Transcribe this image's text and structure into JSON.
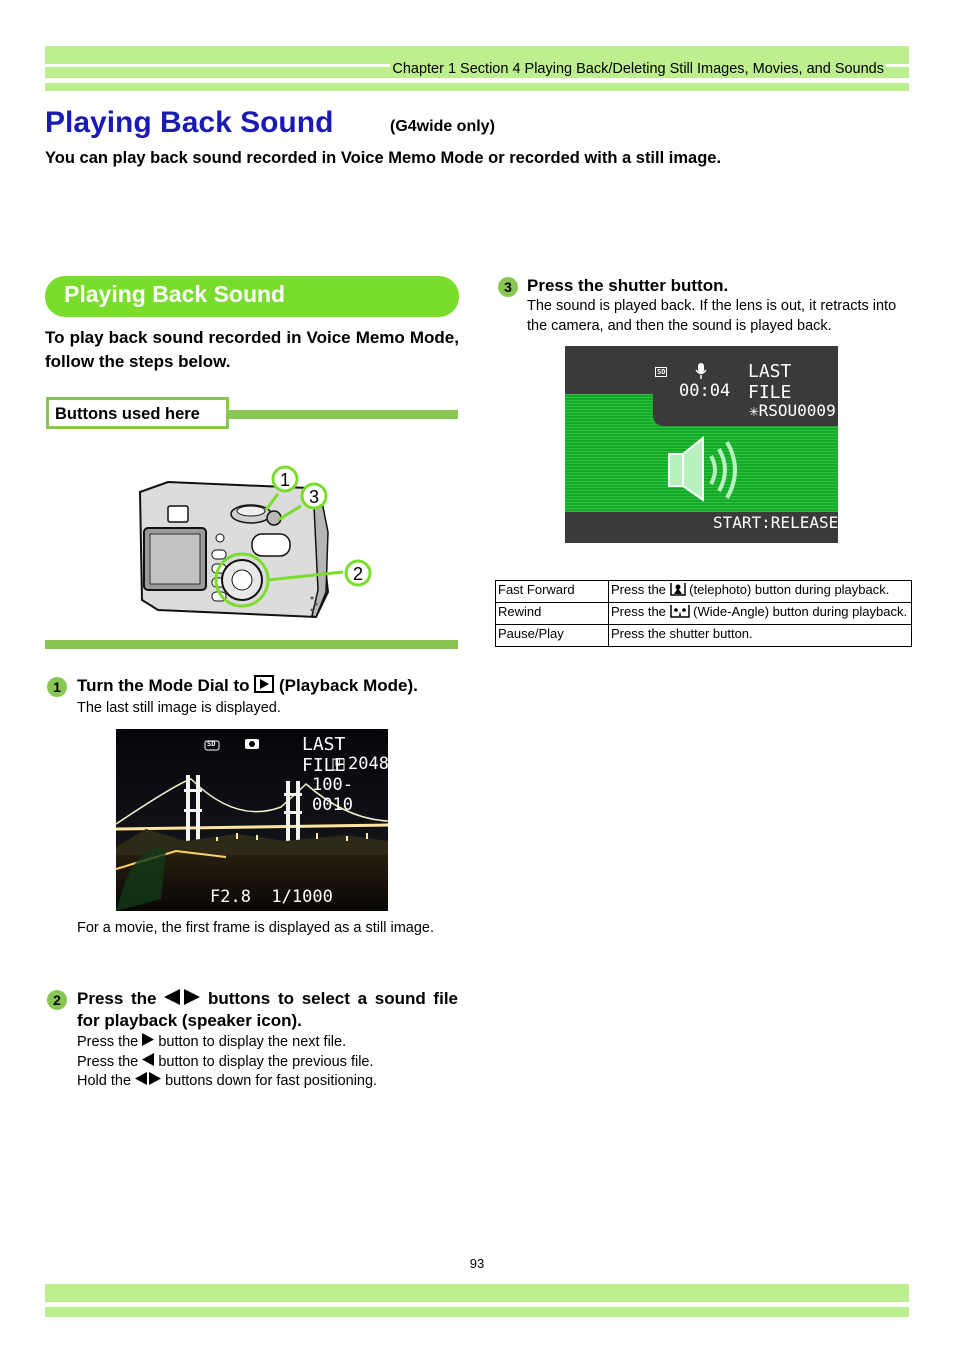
{
  "header": {
    "chapter_text": "Chapter 1 Section 4 Playing Back/Deleting Still Images, Movies, and Sounds"
  },
  "page": {
    "title": "Playing Back Sound",
    "subtitle": "(G4wide only)",
    "lead": "You can play back sound recorded in Voice Memo Mode or recorded with a still image.",
    "page_number": "93"
  },
  "section": {
    "heading": "Playing Back Sound",
    "intro": "To play back sound recorded in Voice Memo Mode, follow the steps below.",
    "buttons_label": "Buttons used here",
    "callouts": [
      "1",
      "3",
      "2"
    ]
  },
  "steps": {
    "s1": {
      "num": "1",
      "head_a": "Turn the Mode Dial to",
      "head_b": "(Playback Mode).",
      "body": "The last still image is displayed.",
      "note": "For a movie, the first frame is displayed as a still image.",
      "screen": {
        "last_file": "LAST FILE",
        "size": "2048",
        "file_no": "100-0010",
        "exposure": "F2.8  1/1000",
        "card": "SD",
        "quality": "N"
      }
    },
    "s2": {
      "num": "2",
      "head_a": "Press the",
      "head_b": "buttons to select a sound file for playback (speaker icon).",
      "l1a": "Press the",
      "l1b": "button to display the next file.",
      "l2a": "Press the",
      "l2b": "button to display the previous file.",
      "l3a": "Hold the",
      "l3b": "buttons down for fast positioning."
    },
    "s3": {
      "num": "3",
      "head": "Press the shutter button.",
      "body": "The sound is played back. If the lens is out, it retracts into the camera, and then the sound is played back.",
      "screen": {
        "card": "SD",
        "time": "00:04",
        "last_file": "LAST FILE",
        "file": "✳RSOU0009",
        "footer": "START:RELEASE"
      }
    }
  },
  "table": {
    "rows": [
      {
        "label": "Fast Forward",
        "desc_a": "Press the",
        "desc_b": "(telephoto) button during playback."
      },
      {
        "label": "Rewind",
        "desc_a": "Press the",
        "desc_b": "(Wide-Angle) button during playback."
      },
      {
        "label": "Pause/Play",
        "desc_a": "Press the shutter button.",
        "desc_b": ""
      }
    ]
  },
  "colors": {
    "title_blue": "#1a1ab4",
    "band_green": "#bdef8e",
    "pill_green": "#7add2c",
    "rule_green": "#8ac654"
  }
}
